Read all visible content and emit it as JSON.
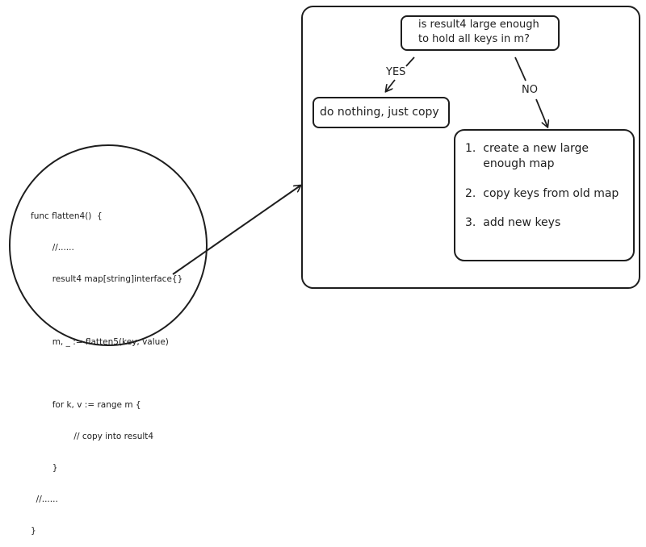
{
  "code": {
    "lines": [
      "func flatten4()  {",
      "        //......",
      "        result4 map[string]interface{}",
      "",
      "        m, _ := flatten5(key, value)",
      "",
      "        for k, v := range m {",
      "                // copy into result4",
      "        }",
      "  //......",
      "}"
    ]
  },
  "flow": {
    "question_line1": "is result4 large enough",
    "question_line2": "to hold all keys in m?",
    "yes_label": "YES",
    "no_label": "NO",
    "yes_box": "do nothing, just copy",
    "steps": [
      "1.  create a new large",
      "     enough map",
      "2.  copy keys from old map",
      "3.  add new keys"
    ]
  },
  "colors": {
    "stroke": "#1e1e1e",
    "background": "#ffffff"
  }
}
